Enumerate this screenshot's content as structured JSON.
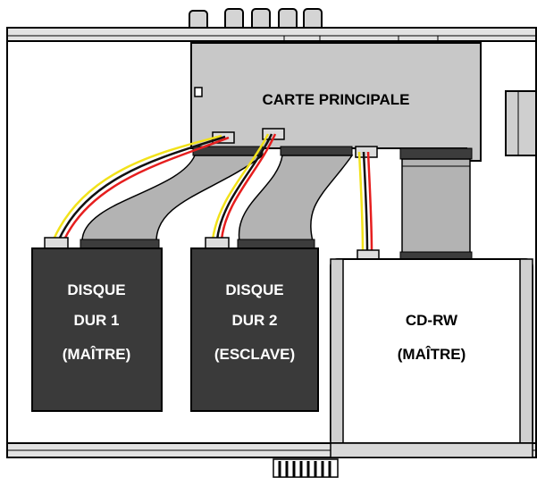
{
  "colors": {
    "chassis": "#e2e2e2",
    "board": "#c8c8c8",
    "drive_dark": "#3a3a3a",
    "drive_light": "#ffffff",
    "ribbon": "#b3b3b3",
    "wire_red": "#e61e1e",
    "wire_yellow": "#f2e21a",
    "wire_black": "#111111"
  },
  "motherboard": {
    "label": "CARTE PRINCIPALE"
  },
  "drives": [
    {
      "id": "hdd1",
      "lines": [
        "DISQUE",
        "DUR 1",
        "(MAÎTRE)"
      ]
    },
    {
      "id": "hdd2",
      "lines": [
        "DISQUE",
        "DUR 2",
        "(ESCLAVE)"
      ]
    },
    {
      "id": "cdrw",
      "lines": [
        "CD-RW",
        "(MAÎTRE)"
      ]
    }
  ]
}
